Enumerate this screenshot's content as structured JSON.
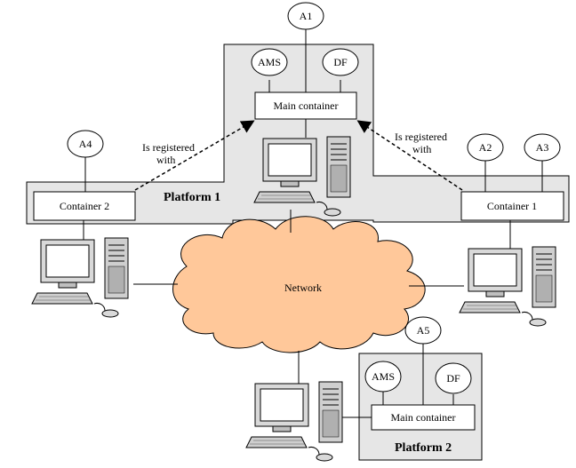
{
  "platform1": {
    "title": "Platform 1"
  },
  "platform2": {
    "title": "Platform 2"
  },
  "main_container_1": "Main container",
  "main_container_2": "Main container",
  "container1": "Container 1",
  "container2": "Container 2",
  "agents": {
    "a1": "A1",
    "a2": "A2",
    "a3": "A3",
    "a4": "A4",
    "a5": "A5",
    "ams_top": "AMS",
    "df_top": "DF",
    "ams_bottom": "AMS",
    "df_bottom": "DF"
  },
  "register_left": [
    "Is registered",
    "with"
  ],
  "register_right": [
    "Is registered",
    "with"
  ],
  "network": "Network",
  "colors": {
    "platform_fill": "#e6e6e6",
    "cloud_fill": "#ffc89a",
    "line": "#000000",
    "computer_screen": "#ffffff"
  }
}
